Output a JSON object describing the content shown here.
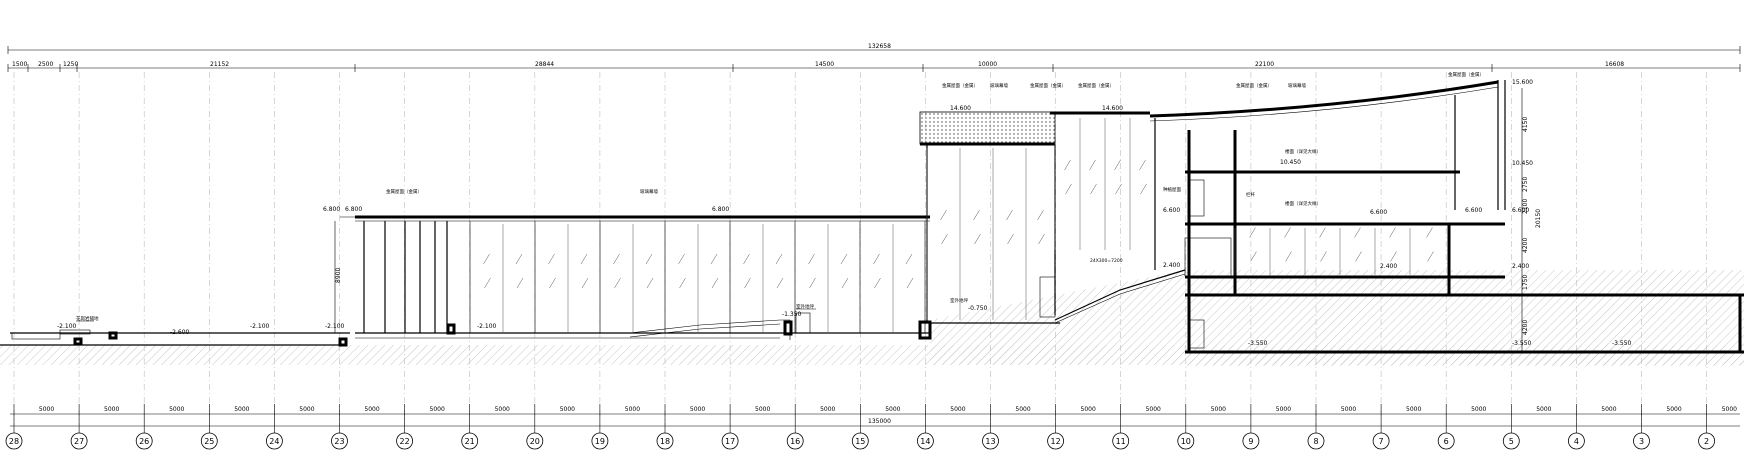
{
  "drawing": {
    "overall_dimension": "132658",
    "top_segments": [
      "1500",
      "2500",
      "1250",
      "21152",
      "28844",
      "14500",
      "10000",
      "22100",
      "16608"
    ],
    "bottom_overall": "135000",
    "bay_dimension": "5000",
    "grid_labels": [
      "28",
      "27",
      "26",
      "25",
      "24",
      "23",
      "22",
      "21",
      "20",
      "19",
      "18",
      "17",
      "16",
      "15",
      "14",
      "13",
      "12",
      "11",
      "10",
      "9",
      "8",
      "7",
      "6",
      "5",
      "4",
      "3",
      "2"
    ],
    "levels": {
      "ground_left_a": "-2.100",
      "ground_left_b": "-2.600",
      "ground_left_c": "-2.100",
      "ground_left_d": "-2.100",
      "ground_mid": "-2.100",
      "ground_ramp": "-1.350",
      "plinth_14": "-0.750",
      "roof_low": "6.800",
      "roof_low_b": "6.800",
      "roof_low_c": "6.800",
      "roof_mid": "14.600",
      "roof_mid_b": "14.600",
      "roof_top": "15.600",
      "level_10450": "10.450",
      "level_10450_b": "10.450",
      "level_6600": "6.600",
      "level_6600_b": "6.600",
      "level_6600_c": "6.600",
      "level_6600_d": "6.600",
      "level_2400": "2.400",
      "level_2400_b": "2.400",
      "level_2400_c": "2.400",
      "basement": "-3.550",
      "basement_b": "-3.550",
      "basement_c": "-3.550"
    },
    "vertical_dims": {
      "left_height": "8900",
      "right_4150": "4150",
      "right_2750": "2750",
      "right_20150": "20150",
      "right_4200": "4200",
      "right_1750": "1750",
      "right_4200_b": "4200",
      "right_2100": "2100"
    },
    "stair_note": "24X300=7200",
    "annotations": {
      "metal_roof": "金属屋面（金属）",
      "canopy": "玻璃幕墙",
      "railing": "栏杆",
      "floor": "楼面（详见大样）",
      "note_a": "花岗岩铺地",
      "note_b": "室外地坪",
      "note_c": "种植屋面"
    }
  }
}
